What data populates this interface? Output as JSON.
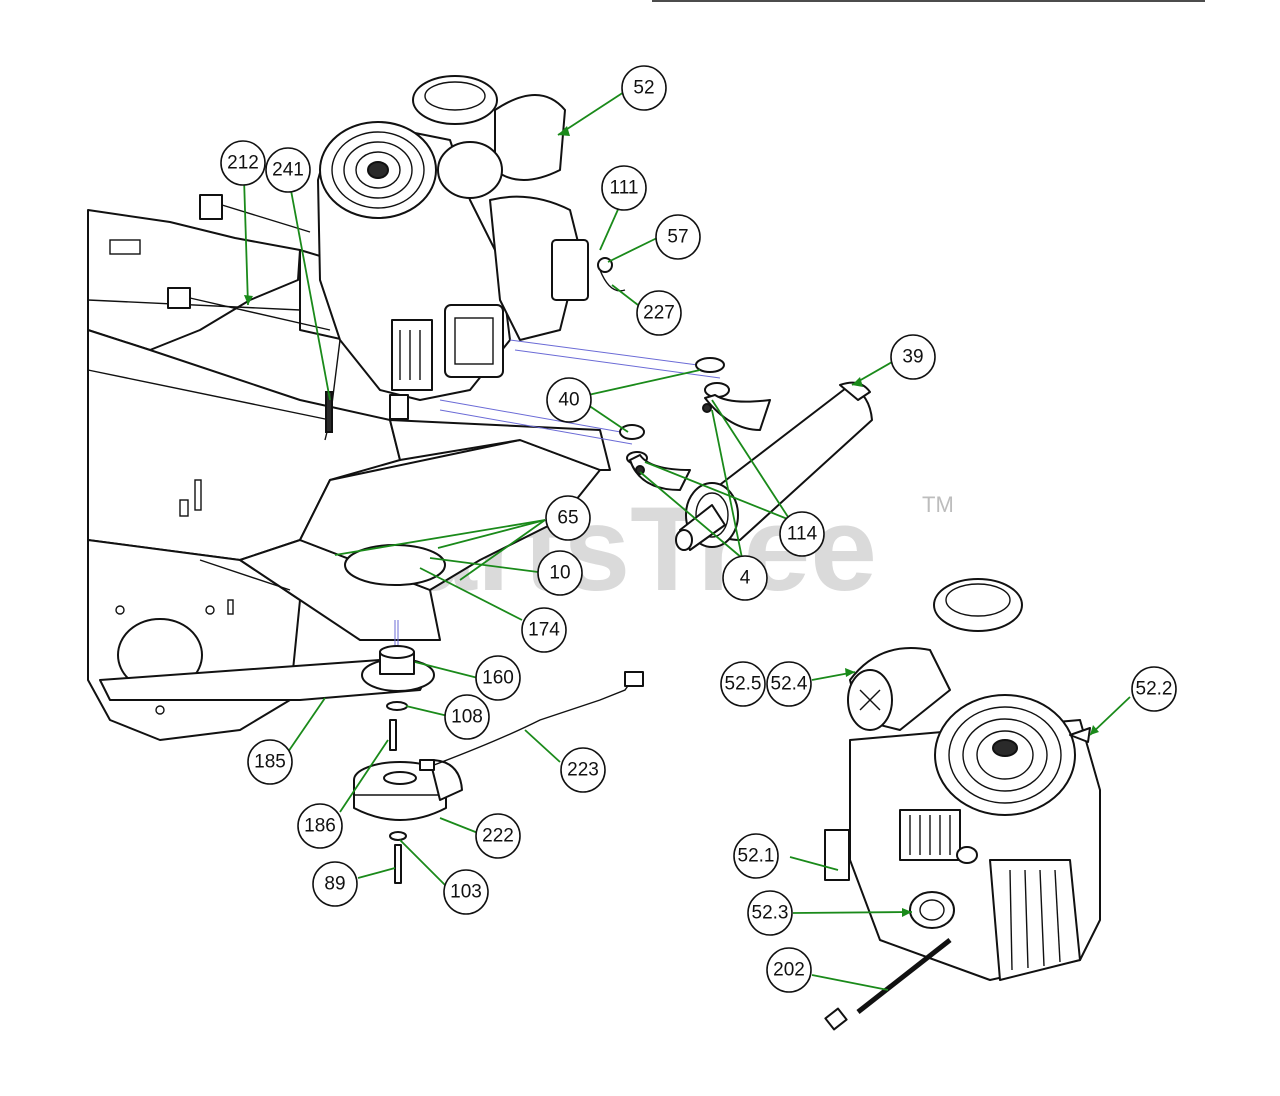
{
  "watermark": {
    "brand": "PartsTree",
    "trademark": "TM"
  },
  "colors": {
    "leader": "#1a8a1a",
    "guide": "#6b6bd6",
    "ink": "#111111",
    "watermark": "#bdbdbd"
  },
  "callouts": {
    "c52": "52",
    "c212": "212",
    "c241": "241",
    "c111": "111",
    "c57": "57",
    "c227": "227",
    "c39": "39",
    "c40": "40",
    "c114": "114",
    "c4": "4",
    "c65": "65",
    "c10": "10",
    "c174": "174",
    "c160": "160",
    "c108": "108",
    "c185": "185",
    "c223": "223",
    "c186": "186",
    "c222": "222",
    "c89": "89",
    "c103": "103",
    "c525": "52.5",
    "c524": "52.4",
    "c522": "52.2",
    "c521": "52.1",
    "c523": "52.3",
    "c202": "202"
  }
}
